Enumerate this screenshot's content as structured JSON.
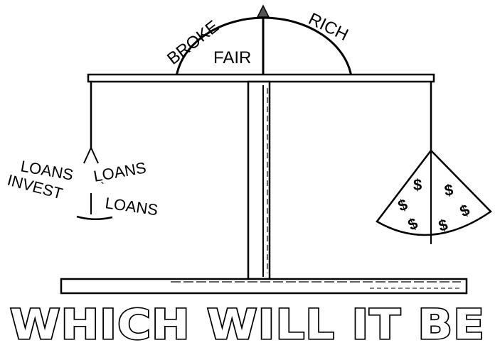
{
  "gauge": {
    "left_label": "BROKE",
    "center_label": "FAIR",
    "right_label": "RICH"
  },
  "left_pan": {
    "labels": [
      "LOANS",
      "LOANS",
      "INVEST",
      "LOANS"
    ]
  },
  "right_pan": {
    "symbol": "$",
    "symbol_count": 6
  },
  "headline": "WHICH WILL IT BE",
  "colors": {
    "ink": "#000000",
    "paper": "#ffffff"
  }
}
